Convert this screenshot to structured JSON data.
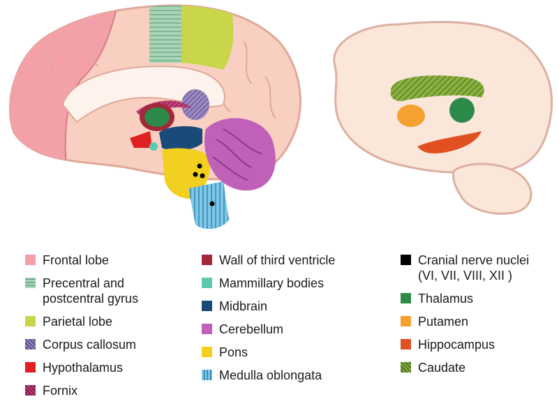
{
  "legend": {
    "columns": [
      [
        {
          "label": "Frontal lobe",
          "color": "#f4a0a8",
          "pattern": "solid"
        },
        {
          "label": "Precentral and\npostcentral gyrus",
          "color": "#a8d5b8",
          "pattern": "hstripe",
          "stripe": "#6aa582"
        },
        {
          "label": "Parietal lobe",
          "color": "#c9d64a",
          "pattern": "solid"
        },
        {
          "label": "Corpus callosum",
          "color": "#9b8ac0",
          "pattern": "diag",
          "stripe": "#5c4a8a"
        },
        {
          "label": "Hypothalamus",
          "color": "#e02020",
          "pattern": "solid"
        },
        {
          "label": "Fornix",
          "color": "#c0407a",
          "pattern": "diag",
          "stripe": "#7e1a4a"
        }
      ],
      [
        {
          "label": "Wall of third ventricle",
          "color": "#a3283a",
          "pattern": "solid"
        },
        {
          "label": "Mammillary bodies",
          "color": "#5fc8b0",
          "pattern": "solid"
        },
        {
          "label": "Midbrain",
          "color": "#1a4a7a",
          "pattern": "solid"
        },
        {
          "label": "Cerebellum",
          "color": "#c060b8",
          "pattern": "solid"
        },
        {
          "label": "Pons",
          "color": "#f2d020",
          "pattern": "solid"
        },
        {
          "label": "Medulla oblongata",
          "color": "#7ec8e8",
          "pattern": "vstripe",
          "stripe": "#2a7aa8"
        }
      ],
      [
        {
          "label": "Cranial nerve nuclei\n(VI, VII, VIII, XII )",
          "color": "#000000",
          "pattern": "solid"
        },
        {
          "label": "Thalamus",
          "color": "#2e8a4a",
          "pattern": "solid"
        },
        {
          "label": "Putamen",
          "color": "#f5a030",
          "pattern": "solid"
        },
        {
          "label": "Hippocampus",
          "color": "#e05020",
          "pattern": "solid"
        },
        {
          "label": "Caudate",
          "color": "#8ab040",
          "pattern": "diag",
          "stripe": "#4a7020"
        }
      ]
    ]
  },
  "figure": {
    "colors": {
      "cortex": "#f8cfc0",
      "cortex_line": "#e0a898",
      "frontal": "#f4a0a8",
      "frontal_line": "#d87a86",
      "precentral": "#a8d5b8",
      "parietal": "#c9d64a",
      "inner": "#fbe2d8",
      "cc": "#fdf2ec",
      "coronal_fill": "#fbe6da",
      "coronal_line": "#dcb0a0"
    }
  }
}
